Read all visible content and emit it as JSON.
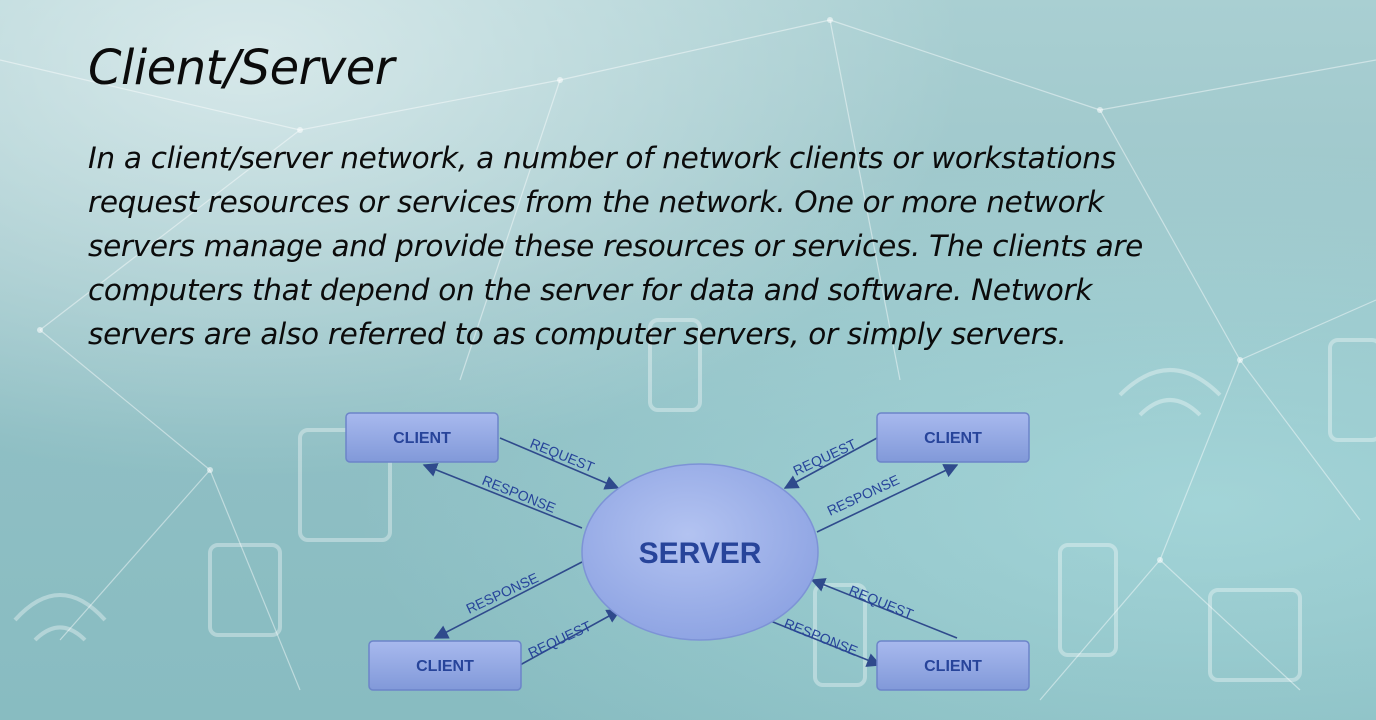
{
  "slide": {
    "title": "Client/Server",
    "body_lines": [
      "In a client/server network, a number of network clients or workstations",
      "request resources or services from the network. One or more network",
      "servers manage and provide these resources or services. The clients are",
      "computers that depend on the server for data and software. Network",
      "servers are also referred to as computer servers, or simply servers."
    ]
  },
  "diagram": {
    "server_label": "SERVER",
    "clients": [
      {
        "label": "CLIENT",
        "request_label": "REQUEST",
        "response_label": "RESPONSE"
      },
      {
        "label": "CLIENT",
        "request_label": "REQUEST",
        "response_label": "RESPONSE"
      },
      {
        "label": "CLIENT",
        "request_label": "REQUEST",
        "response_label": "RESPONSE"
      },
      {
        "label": "CLIENT",
        "request_label": "REQUEST",
        "response_label": "RESPONSE"
      }
    ]
  },
  "colors": {
    "box_fill": "#8fa6e3",
    "box_border": "#6c84c9",
    "label_text": "#27449a",
    "arrow": "#2f4a8c"
  }
}
